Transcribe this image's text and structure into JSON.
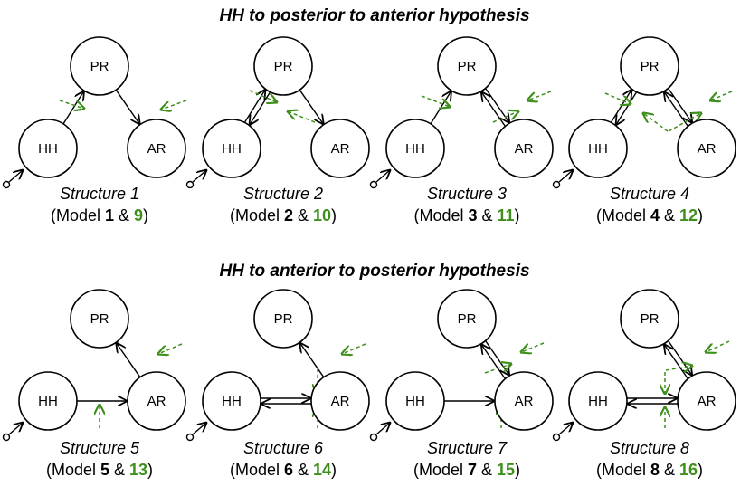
{
  "headings": {
    "top": "HH to posterior to anterior hypothesis",
    "bottom": "HH to anterior to posterior hypothesis"
  },
  "node_labels": {
    "hh": "HH",
    "pr": "PR",
    "ar": "AR"
  },
  "caption_parts": {
    "open": "(Model ",
    "amp": " & ",
    "close": ")"
  },
  "colors": {
    "noise_arrow": "#3f8f1c",
    "model_number_green": "#3f8f1c",
    "ink": "#000000"
  },
  "structures": [
    {
      "name": "Structure 1",
      "model_a": "1",
      "model_b": "9"
    },
    {
      "name": "Structure 2",
      "model_a": "2",
      "model_b": "10"
    },
    {
      "name": "Structure 3",
      "model_a": "3",
      "model_b": "11"
    },
    {
      "name": "Structure 4",
      "model_a": "4",
      "model_b": "12"
    },
    {
      "name": "Structure 5",
      "model_a": "5",
      "model_b": "13"
    },
    {
      "name": "Structure 6",
      "model_a": "6",
      "model_b": "14"
    },
    {
      "name": "Structure 7",
      "model_a": "7",
      "model_b": "15"
    },
    {
      "name": "Structure 8",
      "model_a": "8",
      "model_b": "16"
    }
  ]
}
